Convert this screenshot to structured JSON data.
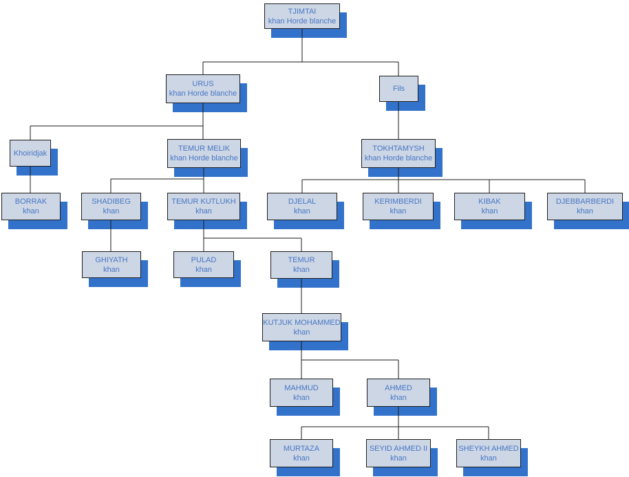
{
  "diagram": {
    "type": "family-tree",
    "colors": {
      "box_fill": "#cdd6e4",
      "box_border": "#1c1c1c",
      "box_shadow": "#3372cb",
      "text": "#4576c6",
      "connector_line": "#1a1a1a",
      "background": "#ffffff"
    },
    "nodes": [
      {
        "id": "tjimtai",
        "title": "TJIMTAI",
        "subtitle": "khan Horde blanche"
      },
      {
        "id": "urus",
        "title": "URUS",
        "subtitle": "khan Horde blanche"
      },
      {
        "id": "fils",
        "title": "Fils"
      },
      {
        "id": "khoiridjak",
        "title": "Khoiridjak"
      },
      {
        "id": "temur-melik",
        "title": "TEMUR MELIK",
        "subtitle": "khan Horde blanche"
      },
      {
        "id": "tokhtamysh",
        "title": "TOKHTAMYSH",
        "subtitle": "khan Horde blanche"
      },
      {
        "id": "borrak",
        "title": "BORRAK",
        "subtitle": "khan"
      },
      {
        "id": "shadibeg",
        "title": "SHADIBEG",
        "subtitle": "khan"
      },
      {
        "id": "temur-kutlukh",
        "title": "TEMUR KUTLUKH",
        "subtitle": "khan"
      },
      {
        "id": "djelal",
        "title": "DJELAL",
        "subtitle": "khan"
      },
      {
        "id": "kerimberdi",
        "title": "KERIMBERDI",
        "subtitle": "khan"
      },
      {
        "id": "kibak",
        "title": "KIBAK",
        "subtitle": "khan"
      },
      {
        "id": "djebbarberdi",
        "title": "DJEBBARBERDI",
        "subtitle": "khan"
      },
      {
        "id": "ghiyath",
        "title": "GHIYATH",
        "subtitle": "khan"
      },
      {
        "id": "pulad",
        "title": "PULAD",
        "subtitle": "khan"
      },
      {
        "id": "temur",
        "title": "TEMUR",
        "subtitle": "khan"
      },
      {
        "id": "kutjuk-mohammed",
        "title": "KUTJUK MOHAMMED",
        "subtitle": "khan"
      },
      {
        "id": "mahmud",
        "title": "MAHMUD",
        "subtitle": "khan"
      },
      {
        "id": "ahmed",
        "title": "AHMED",
        "subtitle": "khan"
      },
      {
        "id": "murtaza",
        "title": "MURTAZA",
        "subtitle": "khan"
      },
      {
        "id": "seyid-ahmed-ii",
        "title": "SEYID AHMED II",
        "subtitle": "khan"
      },
      {
        "id": "sheykh-ahmed",
        "title": "SHEYKH AHMED",
        "subtitle": "khan"
      }
    ],
    "relations": [
      {
        "parent": "TJIMTAI",
        "children": [
          "URUS",
          "Fils"
        ]
      },
      {
        "parent": "URUS",
        "children": [
          "Khoiridjak",
          "TEMUR MELIK"
        ]
      },
      {
        "parent": "Fils",
        "children": [
          "TOKHTAMYSH"
        ]
      },
      {
        "parent": "Khoiridjak",
        "children": [
          "BORRAK"
        ]
      },
      {
        "parent": "TEMUR MELIK",
        "children": [
          "SHADIBEG",
          "TEMUR KUTLUKH"
        ]
      },
      {
        "parent": "TOKHTAMYSH",
        "children": [
          "DJELAL",
          "KERIMBERDI",
          "KIBAK",
          "DJEBBARBERDI"
        ]
      },
      {
        "parent": "SHADIBEG",
        "children": [
          "GHIYATH"
        ]
      },
      {
        "parent": "TEMUR KUTLUKH",
        "children": [
          "PULAD",
          "TEMUR"
        ]
      },
      {
        "parent": "TEMUR",
        "children": [
          "KUTJUK MOHAMMED"
        ]
      },
      {
        "parent": "KUTJUK MOHAMMED",
        "children": [
          "MAHMUD",
          "AHMED"
        ]
      },
      {
        "parent": "AHMED",
        "children": [
          "MURTAZA",
          "SEYID AHMED II",
          "SHEYKH AHMED"
        ]
      }
    ]
  }
}
